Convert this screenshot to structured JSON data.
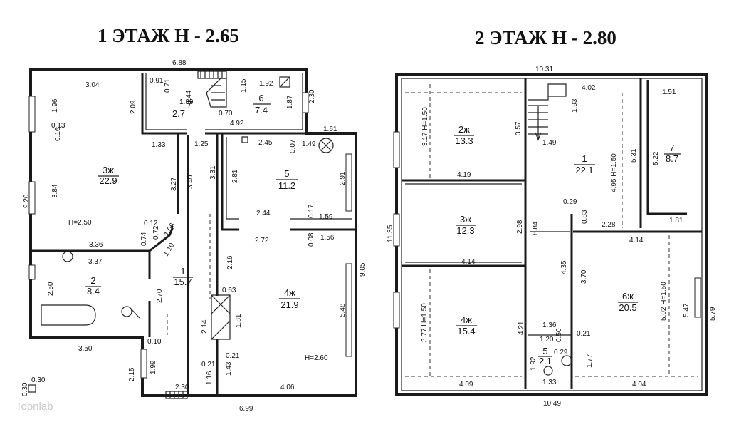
{
  "floor1": {
    "title": "1 ЭТАЖ  Н - 2.65",
    "rooms": [
      {
        "num": "3ж",
        "area": "22.9"
      },
      {
        "num": "2",
        "area": "8.4"
      },
      {
        "num": "1",
        "area": "15.7"
      },
      {
        "num": "7",
        "area": "2.7"
      },
      {
        "num": "6",
        "area": "7.4"
      },
      {
        "num": "5",
        "area": "11.2"
      },
      {
        "num": "4ж",
        "area": "21.9"
      }
    ],
    "heights": [
      "Н=2.50",
      "Н=2.60"
    ],
    "dims": [
      "6.88",
      "3.04",
      "0.91",
      "0.71",
      "0.44",
      "1.39",
      "0.70",
      "1.15",
      "1.92",
      "1.87",
      "2.30",
      "2.09",
      "1.96",
      "0.13",
      "0.16",
      "9.20",
      "3.84",
      "1.33",
      "1.25",
      "3.31",
      "3.40",
      "3.27",
      "4.92",
      "1.61",
      "2.45",
      "0.07",
      "1.49",
      "2.81",
      "2.91",
      "0.12",
      "0.72",
      "1.06",
      "0.74",
      "3.36",
      "2.44",
      "0.17",
      "1.59",
      "2.72",
      "0.08",
      "1.56",
      "3.37",
      "1.10",
      "2.50",
      "2.70",
      "2.16",
      "0.63",
      "9.05",
      "5.48",
      "1.81",
      "2.14",
      "0.10",
      "0.21",
      "1.99",
      "3.50",
      "0.21",
      "1.43",
      "2.15",
      "2.30",
      "1.16",
      "4.06",
      "6.99",
      "0.30",
      "0.30"
    ]
  },
  "floor2": {
    "title": "2 ЭТАЖ  Н - 2.80",
    "rooms": [
      {
        "num": "2ж",
        "area": "13.3"
      },
      {
        "num": "1",
        "area": "22.1"
      },
      {
        "num": "7",
        "area": "8.7"
      },
      {
        "num": "3ж",
        "area": "12.3"
      },
      {
        "num": "4ж",
        "area": "15.4"
      },
      {
        "num": "6ж",
        "area": "20.5"
      },
      {
        "num": "5",
        "area": "2.1"
      }
    ],
    "dims": [
      "10.31",
      "4.02",
      "1.51",
      "3.17 Н=1.50",
      "3.57",
      "1.93",
      "1.49",
      "4.95 Н=1.50",
      "5.31",
      "5.22",
      "4.19",
      "11.35",
      "2.98",
      "8.84",
      "0.29",
      "0.83",
      "2.28",
      "1.81",
      "4.14",
      "4.14",
      "4.35",
      "3.70",
      "5.02 Н=1.50",
      "5.47",
      "5.79",
      "3.77 Н=1.50",
      "4.21",
      "1.36",
      "1.20",
      "0.50",
      "0.29",
      "0.21",
      "1.92",
      "1.77",
      "1.33",
      "4.09",
      "4.04",
      "10.49"
    ]
  },
  "watermark": "Topnlab"
}
